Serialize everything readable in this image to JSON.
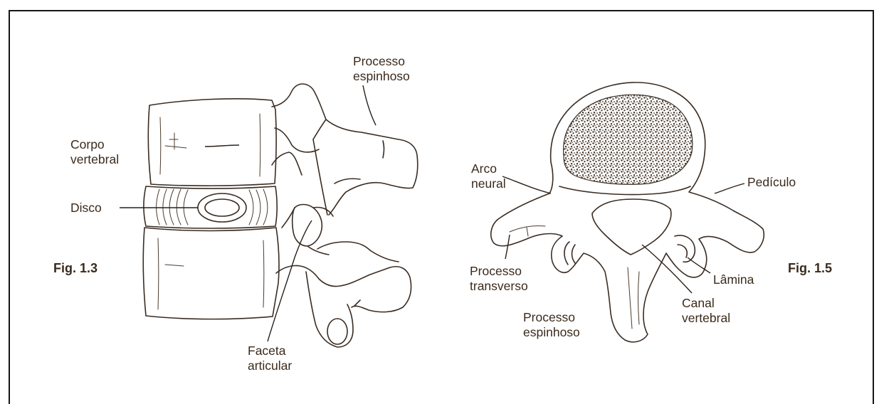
{
  "colors": {
    "ink": "#3a2c22",
    "label_text": "#3a2a1c",
    "frame": "#161616",
    "vertebral_body_stipple": "#3f2f22",
    "background": "#ffffff"
  },
  "figure_left": {
    "fig_label": "Fig. 1.3",
    "labels": {
      "corpo_vertebral": {
        "line1": "Corpo",
        "line2": "vertebral"
      },
      "disco": "Disco",
      "processo_espinhoso": {
        "line1": "Processo",
        "line2": "espinhoso"
      },
      "faceta_articular": {
        "line1": "Faceta",
        "line2": "articular"
      }
    }
  },
  "figure_right": {
    "fig_label": "Fig. 1.5",
    "labels": {
      "arco_neural": {
        "line1": "Arco",
        "line2": "neural"
      },
      "pediculo": "Pedículo",
      "processo_transverso": {
        "line1": "Processo",
        "line2": "transverso"
      },
      "lamina": "Lâmina",
      "canal_vertebral": {
        "line1": "Canal",
        "line2": "vertebral"
      },
      "processo_espinhoso": {
        "line1": "Processo",
        "line2": "espinhoso"
      }
    }
  }
}
